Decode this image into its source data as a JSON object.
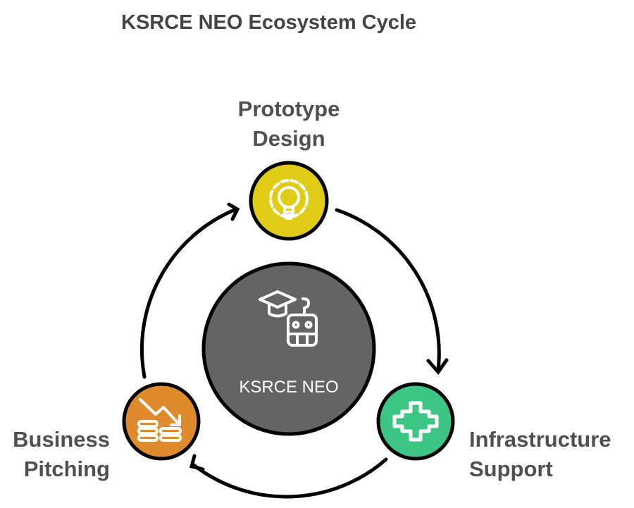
{
  "title": "KSRCE NEO Ecosystem Cycle",
  "center": {
    "label": "KSRCE NEO",
    "icon": "graduation-cap-robot-icon",
    "color": "#646464"
  },
  "nodes": [
    {
      "line1": "Prototype",
      "line2": "Design",
      "icon": "lightbulb-gear-icon",
      "color": "#E0CB17"
    },
    {
      "line1": "Infrastructure",
      "line2": "Support",
      "icon": "network-cross-icon",
      "color": "#3CC585"
    },
    {
      "line1": "Business",
      "line2": "Pitching",
      "icon": "coins-decline-icon",
      "color": "#E08A2E"
    }
  ]
}
